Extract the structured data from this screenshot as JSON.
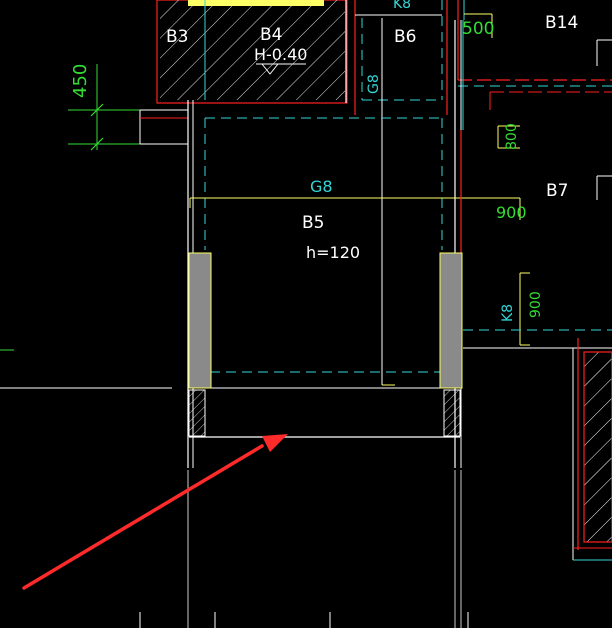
{
  "drawing": {
    "background": "#000000",
    "colors": {
      "wall_line": "#ffffff",
      "beam_line": "#ffff66",
      "red_line": "#ff2020",
      "cyan_line": "#33d6d6",
      "green_text": "#33dd33",
      "yellow_text": "#ffff66",
      "column_fill": "#8a8a8a",
      "arrow": "#ff2a2a"
    },
    "labels": {
      "b3": "B3",
      "b4": "B4",
      "h_value": "H-0.40",
      "b6": "B6",
      "k8_top": "K8",
      "dim_500": "500",
      "b14": "B14",
      "g8_vertical": "G8",
      "dim_450": "450",
      "dim_800": "800",
      "g8_horizontal": "G8",
      "b7": "B7",
      "b5": "B5",
      "dim_900_top": "900",
      "h_120": "h=120",
      "k8_right": "K8",
      "dim_900_right": "900"
    },
    "annotation": {
      "arrow_icon": "red-pointer-arrow"
    }
  }
}
